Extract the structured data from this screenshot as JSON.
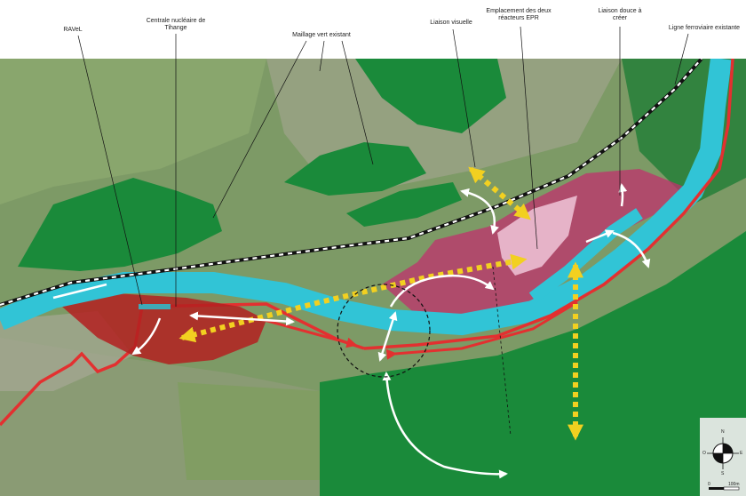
{
  "labels": {
    "ravel": "RAVeL",
    "centrale": "Centrale nucléaire de Tihange",
    "maillage": "Maillage vert existant",
    "liaison_visuelle": "Liaison visuelle",
    "epr": "Emplacement des deux réacteurs EPR",
    "liaison_douce": "Liaison douce à créer",
    "ferroviaire": "Ligne ferroviaire existante"
  },
  "compass": {
    "north": "N",
    "east": "E",
    "west": "O",
    "south": "S",
    "scale_zero": "0",
    "scale_end": "100m"
  },
  "colors": {
    "river": "#31c4d6",
    "forest": "#1a8a3a",
    "nuclear_site": "#b32020",
    "epr_zone": "#c0306e",
    "red_line": "#e33030",
    "visual_link": "#f2d020",
    "railway": "#111111"
  }
}
